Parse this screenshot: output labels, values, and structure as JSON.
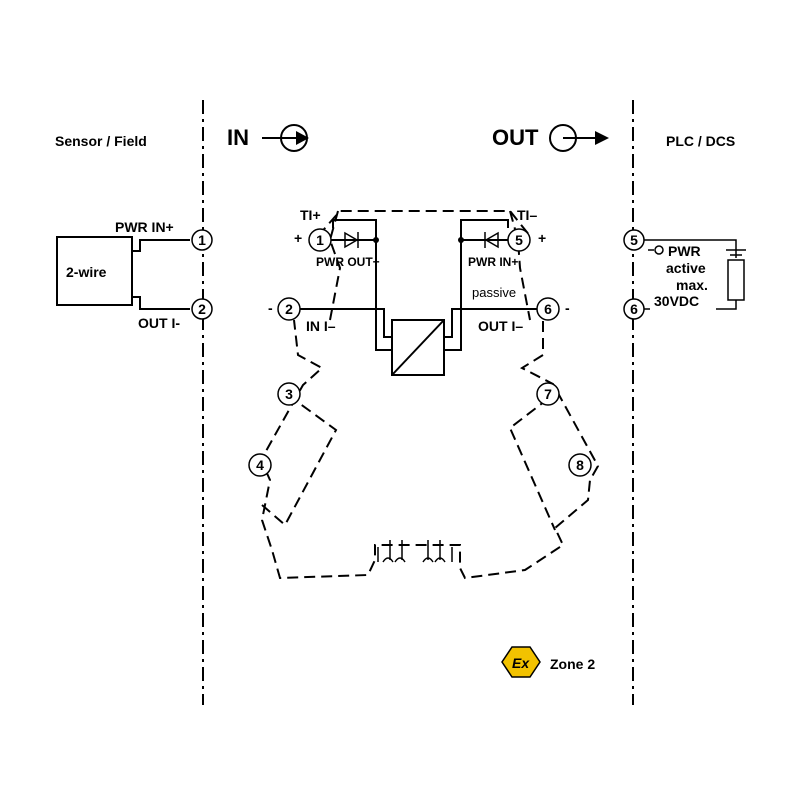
{
  "zones": {
    "left": "Sensor / Field",
    "in": "IN",
    "out": "OUT",
    "right": "PLC / DCS"
  },
  "field_device": {
    "label": "2-wire",
    "pwr_in": "PWR IN+",
    "out_i": "OUT I-"
  },
  "terminals": [
    "1",
    "2",
    "3",
    "4",
    "5",
    "6",
    "7",
    "8"
  ],
  "plc_terminals": [
    "5",
    "6"
  ],
  "field_terminals": [
    "1",
    "2"
  ],
  "module": {
    "ti_plus": "TI+",
    "ti_minus": "TI–",
    "plus": "+",
    "minus": "-",
    "pwr_out": "PWR OUT+",
    "pwr_in": "PWR IN+",
    "passive": "passive",
    "in_i": "IN I–",
    "out_i": "OUT I–"
  },
  "plc": {
    "line1": "PWR",
    "line2": "active",
    "line3": "max.",
    "line4": "30VDC"
  },
  "badge": {
    "symbol": "Ex",
    "zone": "Zone 2",
    "color": "#f2c200"
  }
}
